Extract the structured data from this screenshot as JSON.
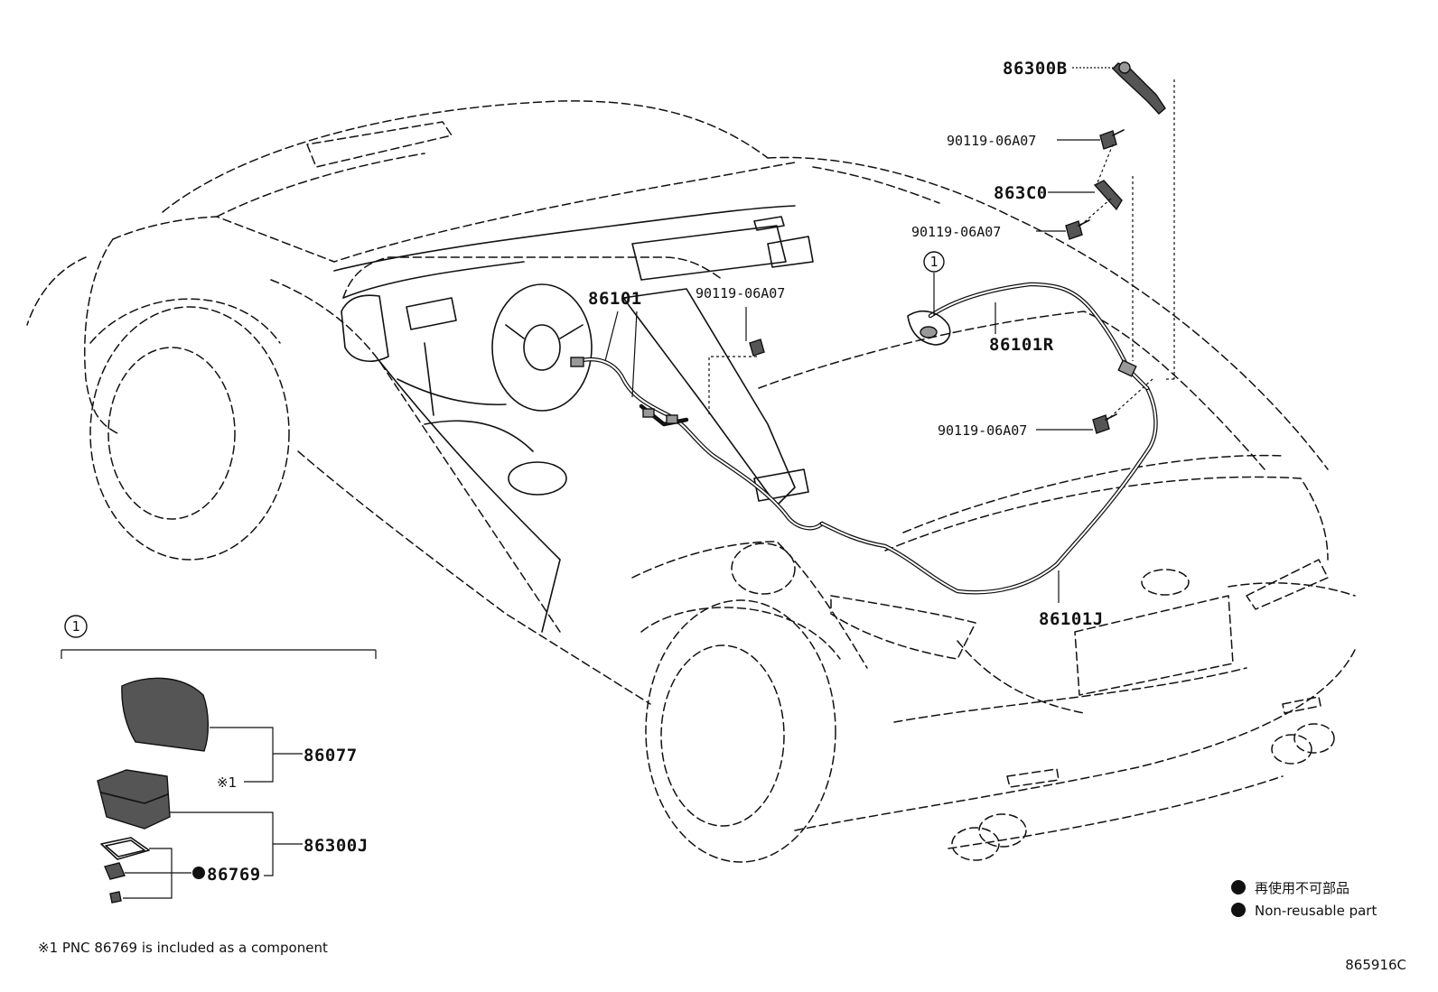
{
  "callouts": {
    "p86300B": "86300B",
    "p90119_top": "90119-06A07",
    "p863C0": "863C0",
    "p90119_mid": "90119-06A07",
    "p86101": "86101",
    "p90119_dash": "90119-06A07",
    "p86101R": "86101R",
    "p90119_low": "90119-06A07",
    "p86101J": "86101J",
    "circle_ref": "1"
  },
  "inset": {
    "circle_ref": "1",
    "p86077": "86077",
    "note_ref": "※1",
    "p86300J": "86300J",
    "p86769": "86769"
  },
  "legend": {
    "jp": "再使用不可部品",
    "en": "Non-reusable part"
  },
  "footnote": "※1 PNC 86769 is included as a component",
  "figure_id": "865916C"
}
